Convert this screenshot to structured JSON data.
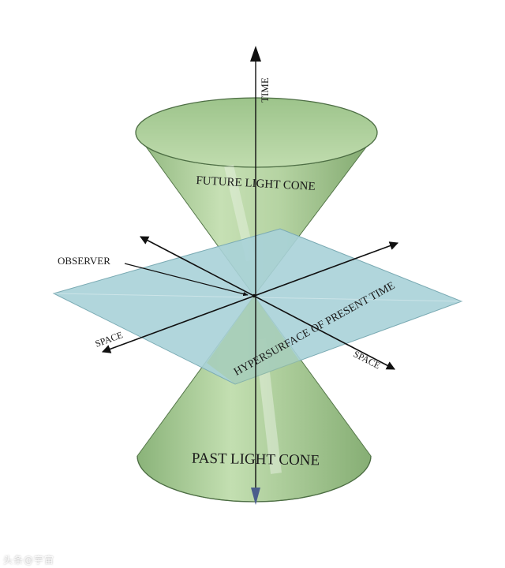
{
  "labels": {
    "time": "TIME",
    "future_cone": "FUTURE LIGHT CONE",
    "past_cone": "PAST LIGHT CONE",
    "observer": "OBSERVER",
    "hypersurface": "HYPERSURFACE OF PRESENT TIME",
    "space_left": "SPACE",
    "space_right": "SPACE"
  },
  "watermark": "头条@宇宙",
  "colors": {
    "cone_fill": "#b5d3a2",
    "cone_dark": "#7fa970",
    "cone_stroke": "#4d6e44",
    "plane_fill": "#a9d1d8",
    "plane_stroke": "#7aaab3",
    "axis": "#111111",
    "time_arrow_bottom": "#4a5d8c"
  },
  "icons": {
    "time_arrow": "arrow-up-icon",
    "space_arrows": "double-arrow-icon"
  }
}
